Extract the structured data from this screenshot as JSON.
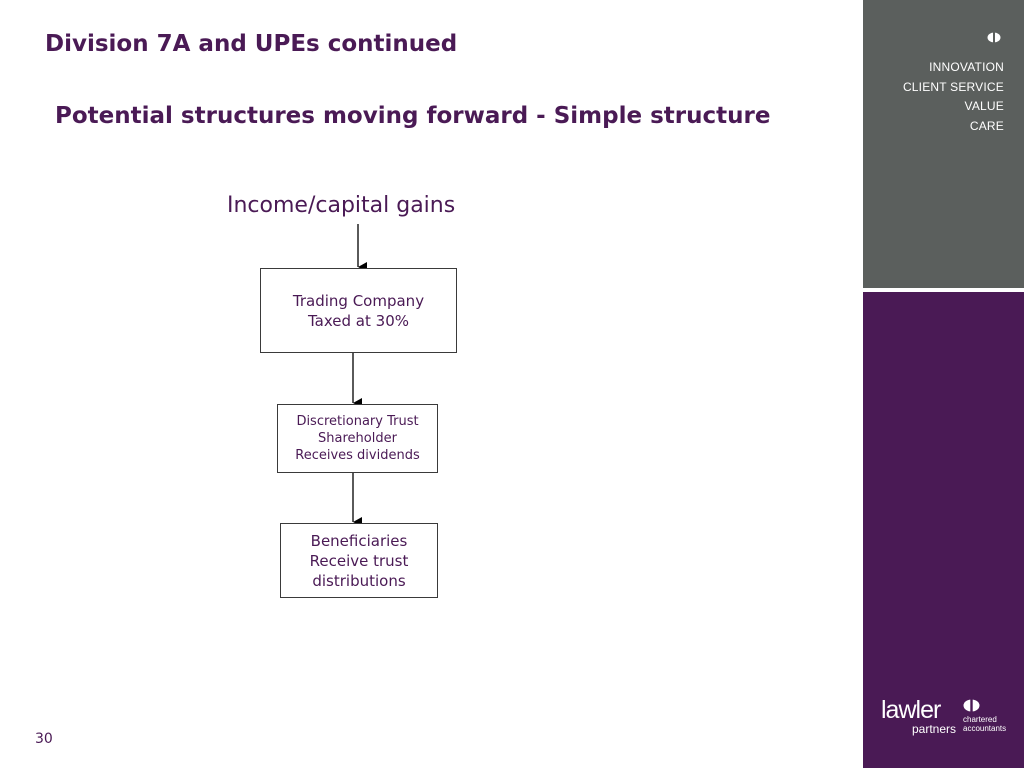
{
  "slide": {
    "title": "Division 7A and UPEs continued",
    "subtitle": "Potential structures moving forward - Simple structure",
    "page_number": "30"
  },
  "diagram": {
    "income_label": "Income/capital gains",
    "boxes": [
      {
        "lines": [
          "Trading Company",
          "Taxed at 30%"
        ]
      },
      {
        "lines": [
          "Discretionary Trust",
          "Shareholder",
          "Receives dividends"
        ]
      },
      {
        "lines": [
          "Beneficiaries",
          "Receive trust",
          "distributions"
        ]
      }
    ]
  },
  "sidebar": {
    "values": [
      "INNOVATION",
      "CLIENT SERVICE",
      "VALUE",
      "CARE"
    ],
    "brand": {
      "name": "lawler",
      "sub": "partners",
      "tag_lines": [
        "chartered",
        "accountants"
      ]
    }
  },
  "colors": {
    "text_purple": "#4a1a55",
    "sidebar_grey": "#5b5f5d",
    "sidebar_purple": "#4a1a55",
    "box_border": "#3a3a3a"
  }
}
